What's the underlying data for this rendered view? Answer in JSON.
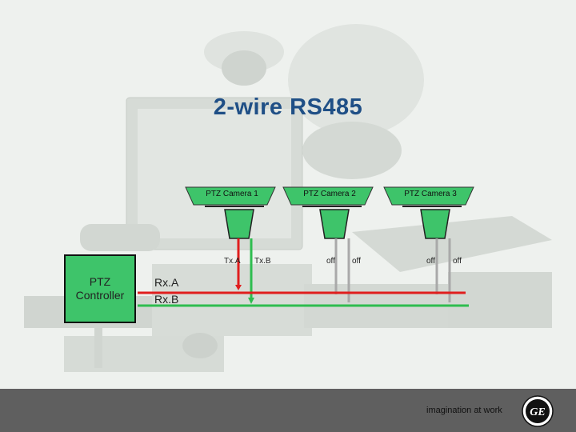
{
  "title": "2-wire RS485",
  "cameras": [
    {
      "label": "PTZ Camera 1",
      "left_wire": "Tx.A",
      "right_wire": "Tx.B"
    },
    {
      "label": "PTZ Camera 2",
      "left_wire": "off",
      "right_wire": "off"
    },
    {
      "label": "PTZ Camera 3",
      "left_wire": "off",
      "right_wire": "off"
    }
  ],
  "controller": {
    "label": "PTZ\nController",
    "rx_a": "Rx.A",
    "rx_b": "Rx.B"
  },
  "footer": {
    "tagline": "imagination at work",
    "logo_icon": "ge-logo-icon",
    "logo_text": "GE"
  },
  "colors": {
    "red_line": "#e01e1e",
    "green_line": "#2ebd4f",
    "grey_line": "#a9a9a9",
    "box_green": "#3ec46a",
    "title": "#1f4f86"
  }
}
